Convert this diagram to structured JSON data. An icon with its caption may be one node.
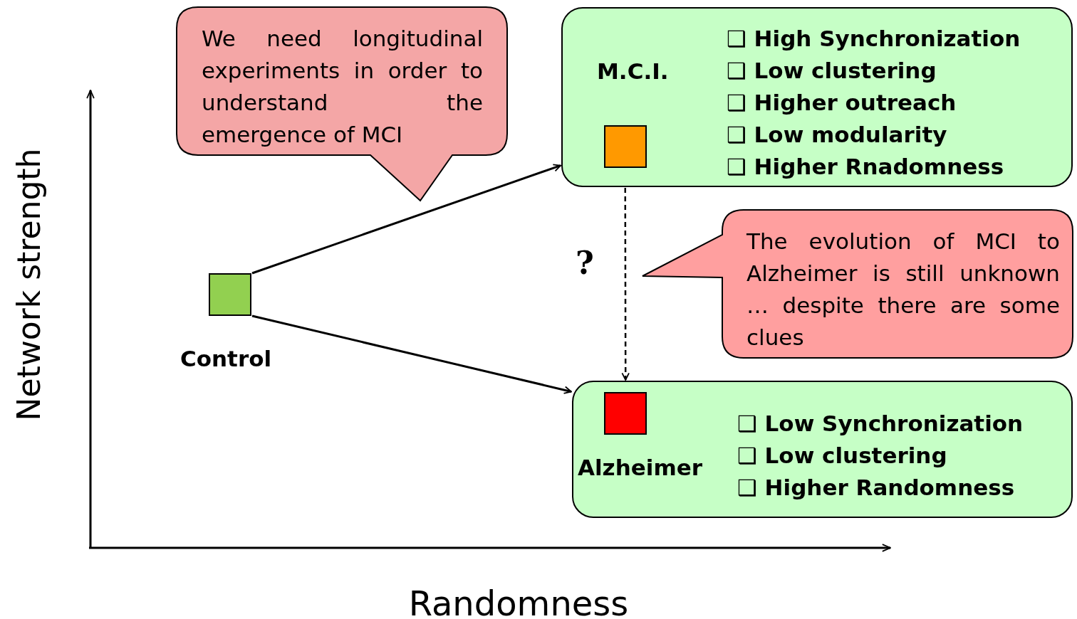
{
  "diagram": {
    "nodes": [
      {
        "text": [
          "We need longitudinal experiments in order to understand the emergence of MCI"
        ]
      },
      {
        "text": [
          "M.C.I.",
          "❑ High Synchronization",
          "❑ Low clustering",
          "❑ Higher outreach",
          "❑ Low modularity",
          "❑ Higher Rnadomness"
        ]
      },
      {
        "text": [],
        "shape": "box",
        "in": 1
      },
      {
        "text": [
          "The evolution of MCI to Alzheimer is still unknown … despite there are some clues"
        ]
      },
      {
        "text": [],
        "shape": "box",
        "beside": [
          "Control"
        ]
      },
      {
        "text": [
          "Alzheimer",
          "❑ Low Synchronization",
          "❑ Low clustering",
          "❑ Higher Randomness"
        ]
      },
      {
        "text": [],
        "shape": "box",
        "in": 5
      }
    ],
    "edges": [
      {
        "from": 4,
        "to": 1,
        "arrow": "to"
      },
      {
        "from": 4,
        "to": 5,
        "arrow": "to"
      },
      {
        "from": 1,
        "to": 5,
        "arrow": "to",
        "style": "dashed",
        "label": "?"
      }
    ],
    "labels": [
      "Network strength",
      "Randomness"
    ]
  }
}
